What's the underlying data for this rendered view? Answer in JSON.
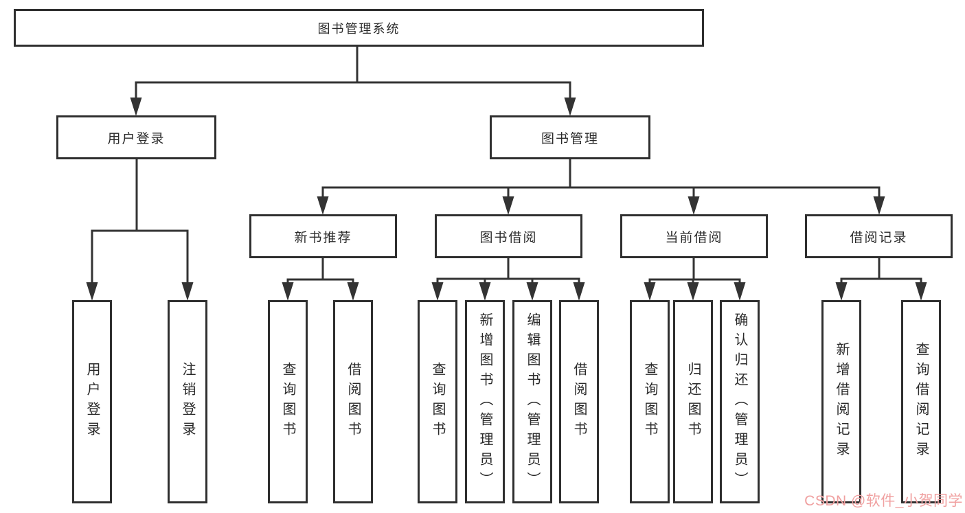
{
  "diagram": {
    "type": "tree",
    "title": "图书管理系统",
    "nodes": {
      "root": {
        "label": "图书管理系统"
      },
      "user_login": {
        "label": "用户登录"
      },
      "book_mgmt": {
        "label": "图书管理"
      },
      "new_book_rec": {
        "label": "新书推荐"
      },
      "book_borrow": {
        "label": "图书借阅"
      },
      "current_borrow": {
        "label": "当前借阅"
      },
      "borrow_record": {
        "label": "借阅记录"
      },
      "leaf_user_login": {
        "label": "用户登录"
      },
      "leaf_logout": {
        "label": "注销登录"
      },
      "leaf_query_book_new": {
        "label": "查询图书"
      },
      "leaf_borrow_book_new": {
        "label": "借阅图书"
      },
      "leaf_query_book_borrow": {
        "label": "查询图书"
      },
      "leaf_add_book": {
        "label": "新增图书（管理员）"
      },
      "leaf_edit_book": {
        "label": "编辑图书（管理员）"
      },
      "leaf_borrow_book": {
        "label": "借阅图书"
      },
      "leaf_query_book_current": {
        "label": "查询图书"
      },
      "leaf_return_book": {
        "label": "归还图书"
      },
      "leaf_confirm_return": {
        "label": "确认归还（管理员）"
      },
      "leaf_add_borrow_record": {
        "label": "新增借阅记录"
      },
      "leaf_query_borrow_record": {
        "label": "查询借阅记录"
      }
    },
    "hierarchy": {
      "图书管理系统": {
        "用户登录": [
          "用户登录",
          "注销登录"
        ],
        "图书管理": {
          "新书推荐": [
            "查询图书",
            "借阅图书"
          ],
          "图书借阅": [
            "查询图书",
            "新增图书（管理员）",
            "编辑图书（管理员）",
            "借阅图书"
          ],
          "当前借阅": [
            "查询图书",
            "归还图书",
            "确认归还（管理员）"
          ],
          "借阅记录": [
            "新增借阅记录",
            "查询借阅记录"
          ]
        }
      }
    },
    "watermark": {
      "text": "CSDN @软件_小贺同学",
      "color": "#f0a0a0"
    },
    "colors": {
      "line": "#333333",
      "border": "#2f2f2f",
      "text": "#2a2a2a",
      "background": "#ffffff"
    }
  }
}
